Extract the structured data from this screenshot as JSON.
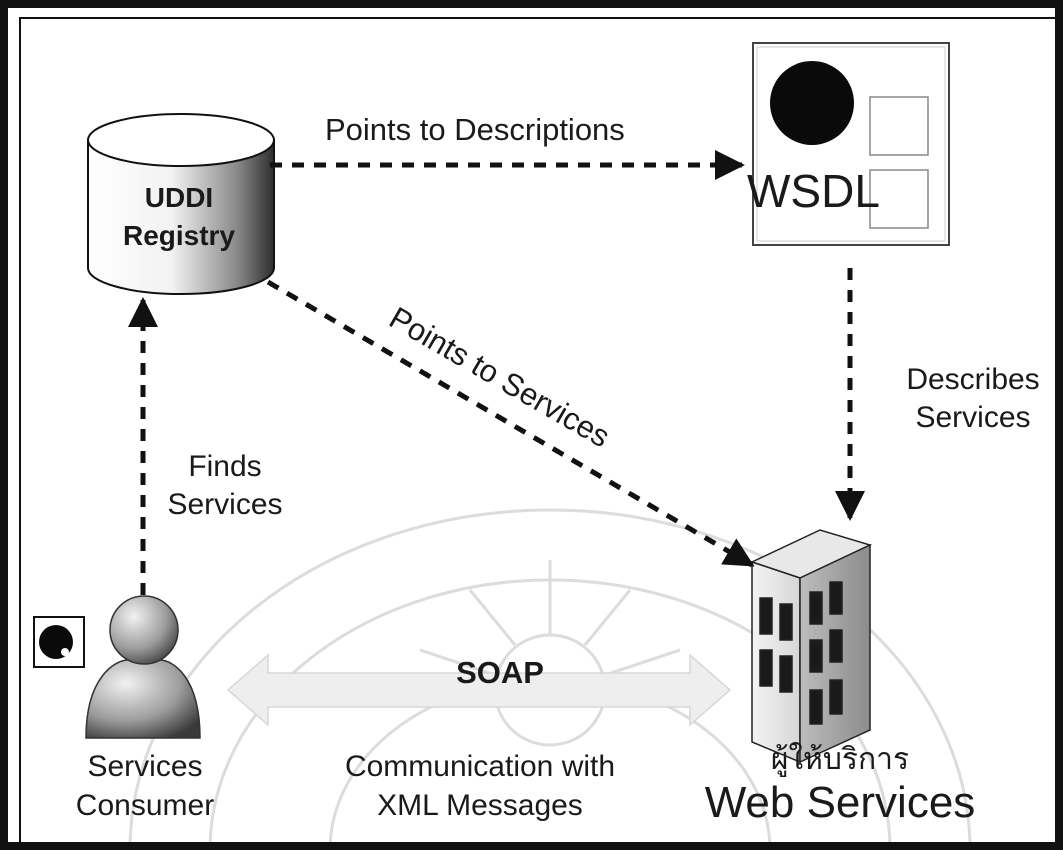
{
  "nodes": {
    "registry": {
      "line1": "UDDI",
      "line2": "Registry"
    },
    "wsdl": {
      "label": "WSDL"
    },
    "consumer": {
      "line1": "Services",
      "line2": "Consumer"
    },
    "web_services": {
      "thai_label": "ผู้ให้บริการ",
      "label": "Web Services"
    }
  },
  "edges": {
    "points_to_descriptions": "Points to Descriptions",
    "points_to_services": "Points to Services",
    "describes_services": {
      "line1": "Describes",
      "line2": "Services"
    },
    "finds_services": {
      "line1": "Finds",
      "line2": "Services"
    },
    "soap": {
      "title": "SOAP",
      "line1": "Communication with",
      "line2": "XML Messages"
    }
  },
  "colors": {
    "ink": "#1a1a1a",
    "frame": "#111111",
    "background": "#ffffff",
    "watermark": "#d9d9d9"
  }
}
